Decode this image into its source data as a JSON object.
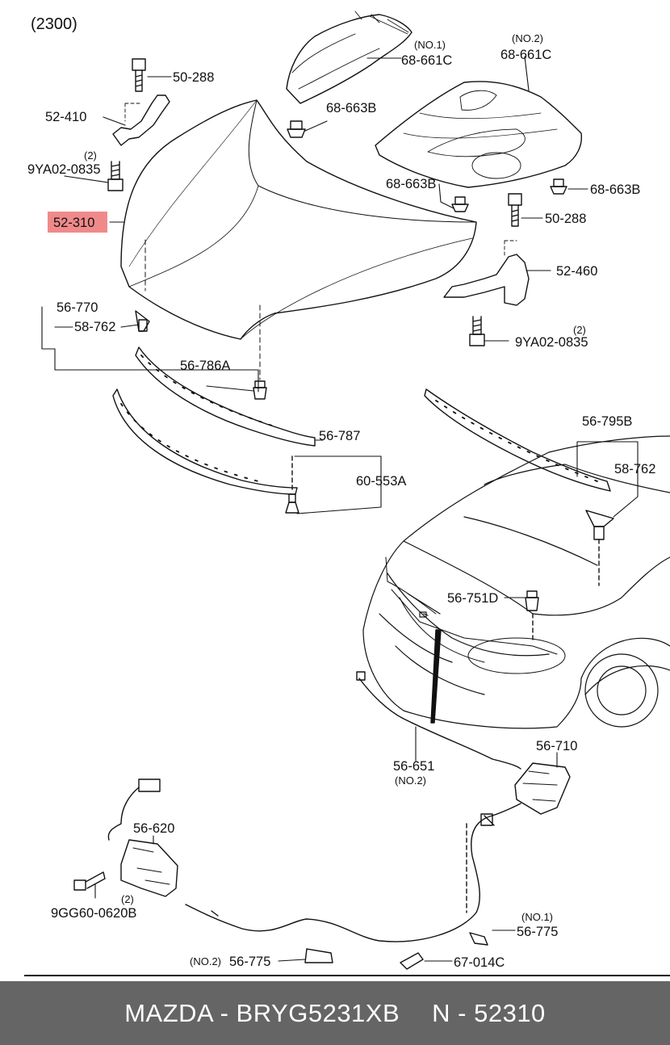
{
  "diagram": {
    "group_code": "(2300)",
    "parts": {
      "p50_288_a": "50-288",
      "p52_410": "52-410",
      "qty_a": "(2)",
      "p9ya02_a": "9YA02-0835",
      "p52_310": "52-310",
      "no1_a": "(NO.1)",
      "p68_661c_1": "68-661C",
      "no2_a": "(NO.2)",
      "p68_661c_2": "68-661C",
      "p68_663b_1": "68-663B",
      "p68_663b_2": "68-663B",
      "p68_663b_3": "68-663B",
      "p50_288_b": "50-288",
      "p52_460": "52-460",
      "qty_b": "(2)",
      "p9ya02_b": "9YA02-0835",
      "p56_770": "56-770",
      "p58_762_a": "58-762",
      "p56_786a": "56-786A",
      "p56_787": "56-787",
      "p60_553a": "60-553A",
      "p56_795b": "56-795B",
      "p58_762_b": "58-762",
      "p56_751d": "56-751D",
      "p56_651": "56-651",
      "no2_b": "(NO.2)",
      "p56_710": "56-710",
      "p56_620": "56-620",
      "qty_c": "(2)",
      "p9gg60": "9GG60-0620B",
      "no1_b": "(NO.1)",
      "p56_775_a": "56-775",
      "no2_c": "(NO.2)",
      "p56_775_b": "56-775",
      "p67_014c": "67-014C"
    },
    "highlight_color": "#f08a8a"
  },
  "footer": {
    "left": "MAZDA - BRYG5231XB",
    "right": "N - 52310"
  }
}
